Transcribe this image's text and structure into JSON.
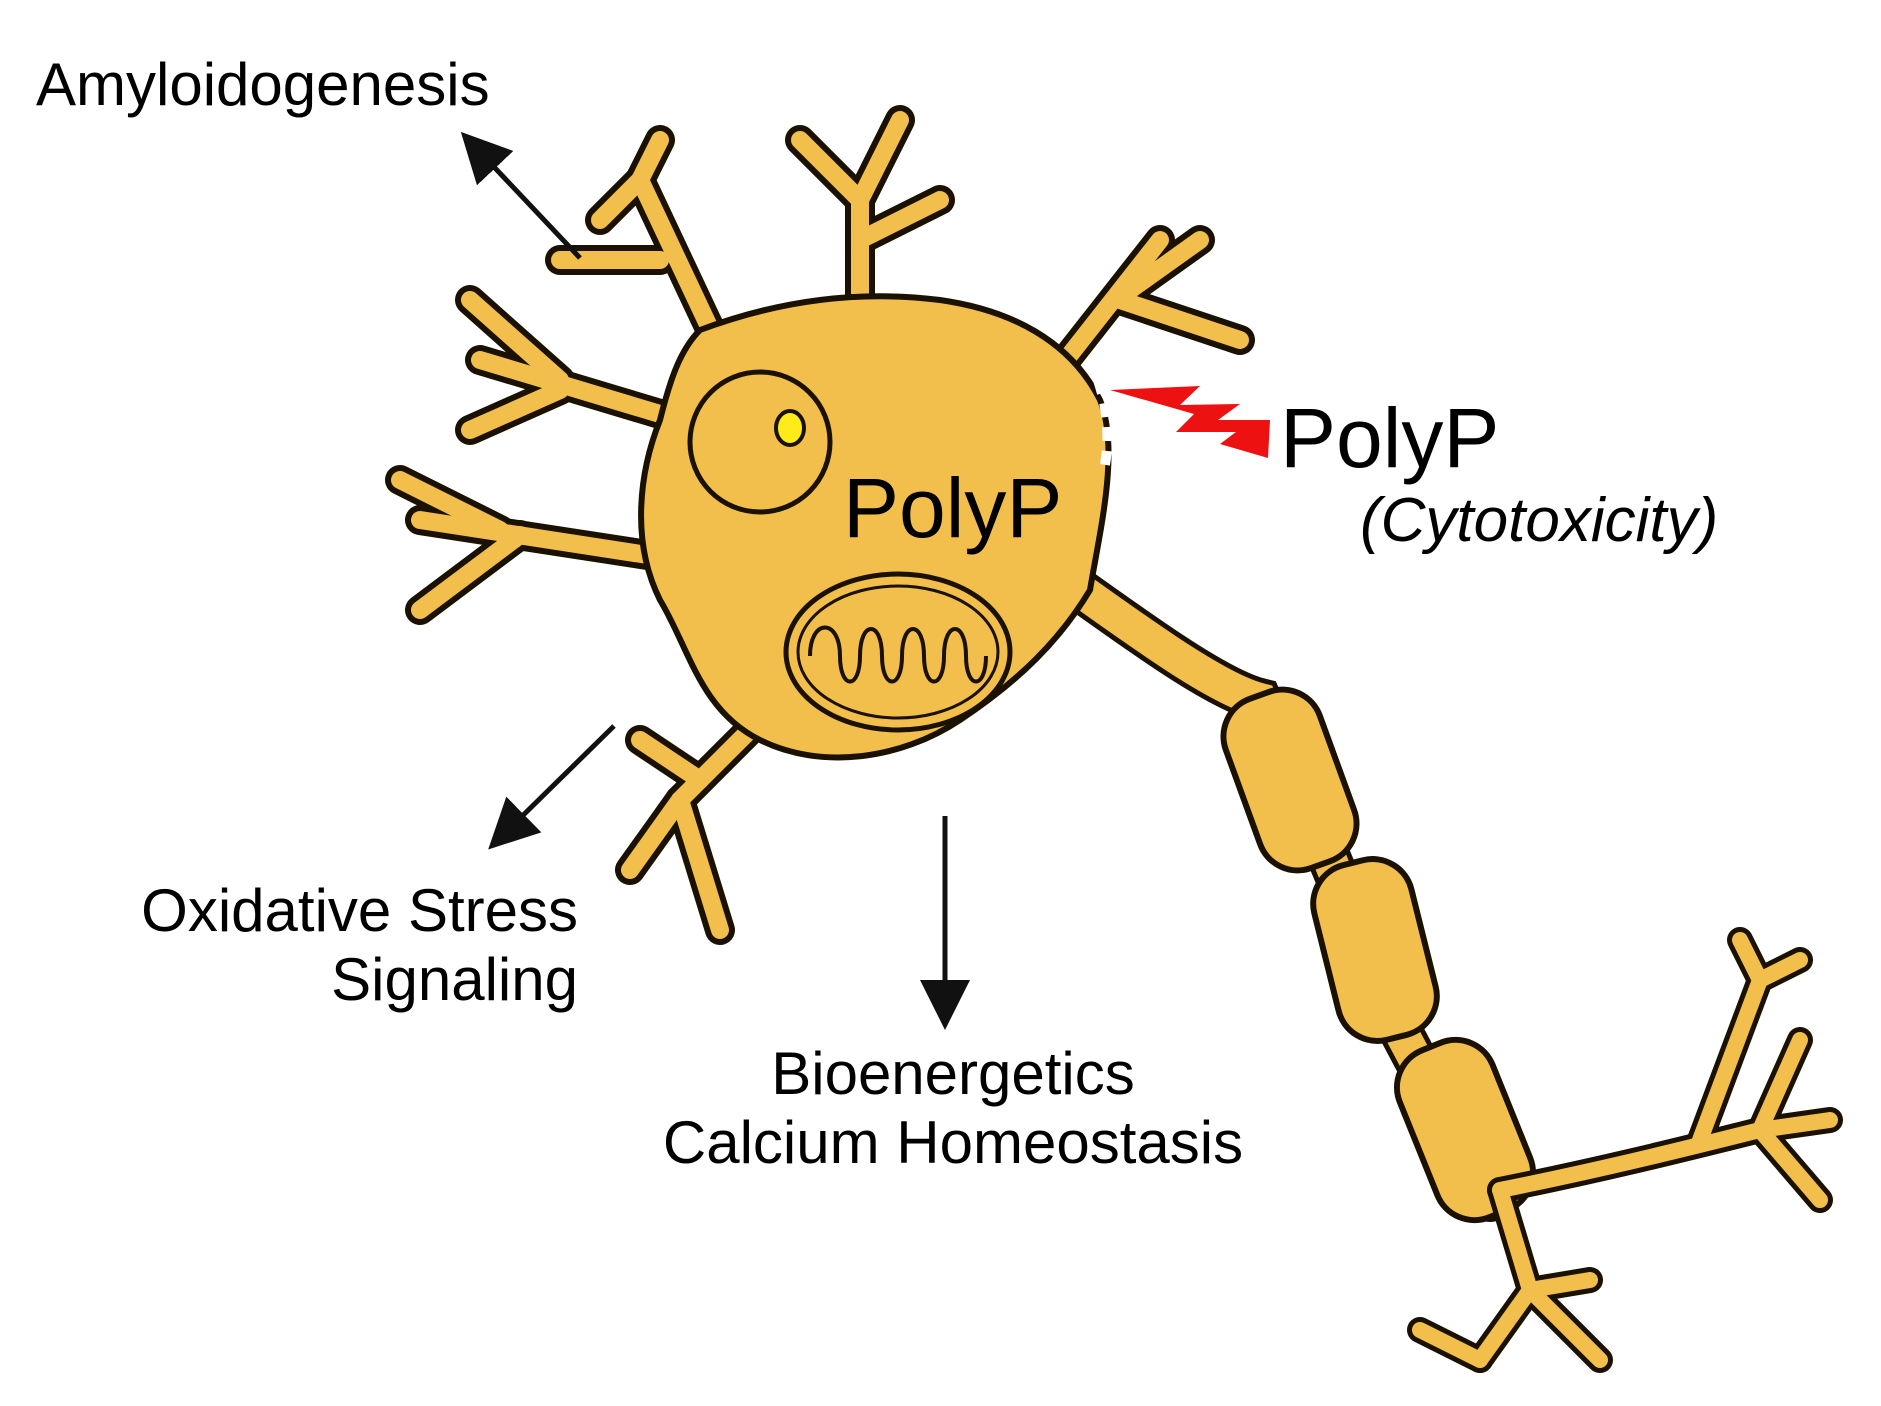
{
  "labels": {
    "amyloidogenesis": "Amyloidogenesis",
    "oxidative_line1": "Oxidative Stress",
    "oxidative_line2": "Signaling",
    "bio_line1": "Bioenergetics",
    "bio_line2": "Calcium Homeostasis",
    "polyp_intracellular": "PolyP",
    "polyp_extracellular": "PolyP",
    "cytotoxicity": "(Cytotoxicity)"
  },
  "colors": {
    "neuron_fill": "#F2BE4C",
    "neuron_stroke": "#1a1100",
    "nucleolus": "#FFEB1A",
    "lightning": "#EE1111",
    "arrow": "#111111",
    "text": "#000000"
  },
  "icons": {
    "cell": "neuron-icon",
    "nucleus": "nucleus-icon",
    "mitochondrion": "mitochondrion-icon",
    "damage": "lightning-bolt-icon"
  }
}
